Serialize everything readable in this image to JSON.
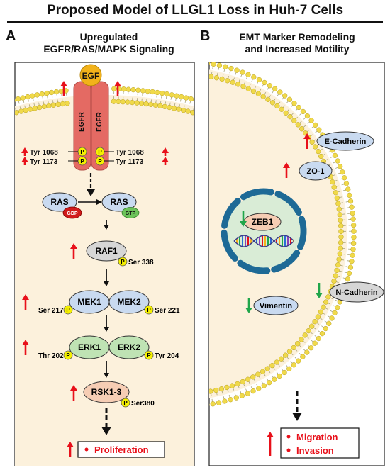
{
  "title": "Proposed Model of LLGL1 Loss in Huh-7 Cells",
  "panel_a": {
    "letter": "A",
    "title_line1": "Upregulated",
    "title_line2": "EGFR/RAS/MAPK Signaling",
    "ligand": "EGF",
    "receptor_left": "EGFR",
    "receptor_right": "EGFR",
    "phospho": "P",
    "tyr1068_left": "Tyr 1068",
    "tyr1173_left": "Tyr 1173",
    "tyr1068_right": "Tyr 1068",
    "tyr1173_right": "Tyr 1173",
    "ras_gdp": "RAS",
    "gdp": "GDP",
    "ras_gtp": "RAS",
    "gtp": "GTP",
    "raf1": "RAF1",
    "raf1_site": "Ser 338",
    "mek1": "MEK1",
    "mek2": "MEK2",
    "mek1_site": "Ser 217",
    "mek2_site": "Ser 221",
    "erk1": "ERK1",
    "erk2": "ERK2",
    "erk1_site": "Thr 202",
    "erk2_site": "Tyr 204",
    "rsk": "RSK1-3",
    "rsk_site": "Ser380",
    "outcome": "Proliferation"
  },
  "panel_b": {
    "letter": "B",
    "title_line1": "EMT Marker Remodeling",
    "title_line2": "and Increased Motility",
    "e_cadherin": "E-Cadherin",
    "zo1": "ZO-1",
    "zeb1": "ZEB1",
    "n_cadherin": "N-Cadherin",
    "vimentin": "Vimentin",
    "outcome1": "Migration",
    "outcome2": "Invasion"
  },
  "colors": {
    "up_arrow": "#e8101a",
    "down_arrow": "#20a64a",
    "cell_fill": "#fcf1dc",
    "egfr": "#e46a63",
    "egf": "#f2b21a",
    "phospho": "#f5f000",
    "blue_protein": "#c9daf0",
    "green_protein": "#bfe3b4",
    "grey_protein": "#d6d6d6",
    "rsk": "#f6cdb4",
    "gdp": "#d11a1a",
    "gtp": "#6cc35a",
    "nucleus": "#1e6a96",
    "outcome_text": "#e8101a"
  }
}
